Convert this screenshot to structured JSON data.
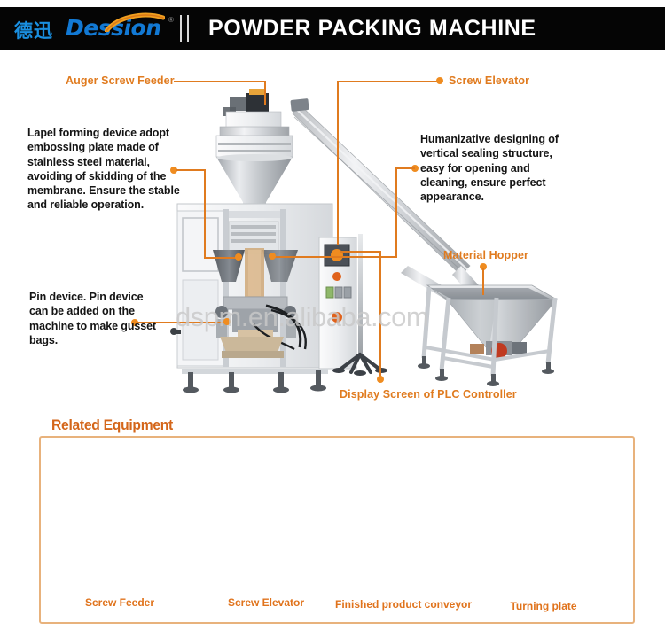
{
  "header": {
    "logo_cn": "德迅",
    "logo_en": "Dession",
    "logo_reg": "®",
    "title": "POWDER PACKING MACHINE",
    "bg_color": "#050505",
    "title_color": "#ffffff",
    "logo_color": "#1279d4",
    "swoosh_color": "#f0a020"
  },
  "accent_color": "#e07b1f",
  "callouts": [
    {
      "id": "auger-screw-feeder",
      "label": "Auger Screw Feeder"
    },
    {
      "id": "screw-elevator",
      "label": "Screw Elevator"
    },
    {
      "id": "material-hopper",
      "label": "Material Hopper"
    },
    {
      "id": "display-screen",
      "label": "Display Screen of PLC Controller"
    }
  ],
  "descriptions": [
    {
      "id": "lapel-forming-device",
      "text": "Lapel forming device adopt embossing plate made of stainless steel material, avoiding of skidding of the membrane. Ensure the stable and reliable operation."
    },
    {
      "id": "vertical-sealing-structure",
      "text": "Humanizative designing of vertical sealing structure, easy for opening and cleaning, ensure perfect appearance."
    },
    {
      "id": "pin-device",
      "text": "Pin device. Pin device can be added on the machine to make gusset bags."
    }
  ],
  "watermark": "dspm.en.alibaba.com",
  "related": {
    "title": "Related Equipment",
    "border_color": "#e8b27c",
    "items": [
      {
        "id": "screw-feeder",
        "caption": "Screw Feeder"
      },
      {
        "id": "screw-elevator",
        "caption": "Screw Elevator"
      },
      {
        "id": "finished-product-conveyor",
        "caption": "Finished product conveyor"
      },
      {
        "id": "turning-plate",
        "caption": "Turning plate"
      }
    ]
  }
}
